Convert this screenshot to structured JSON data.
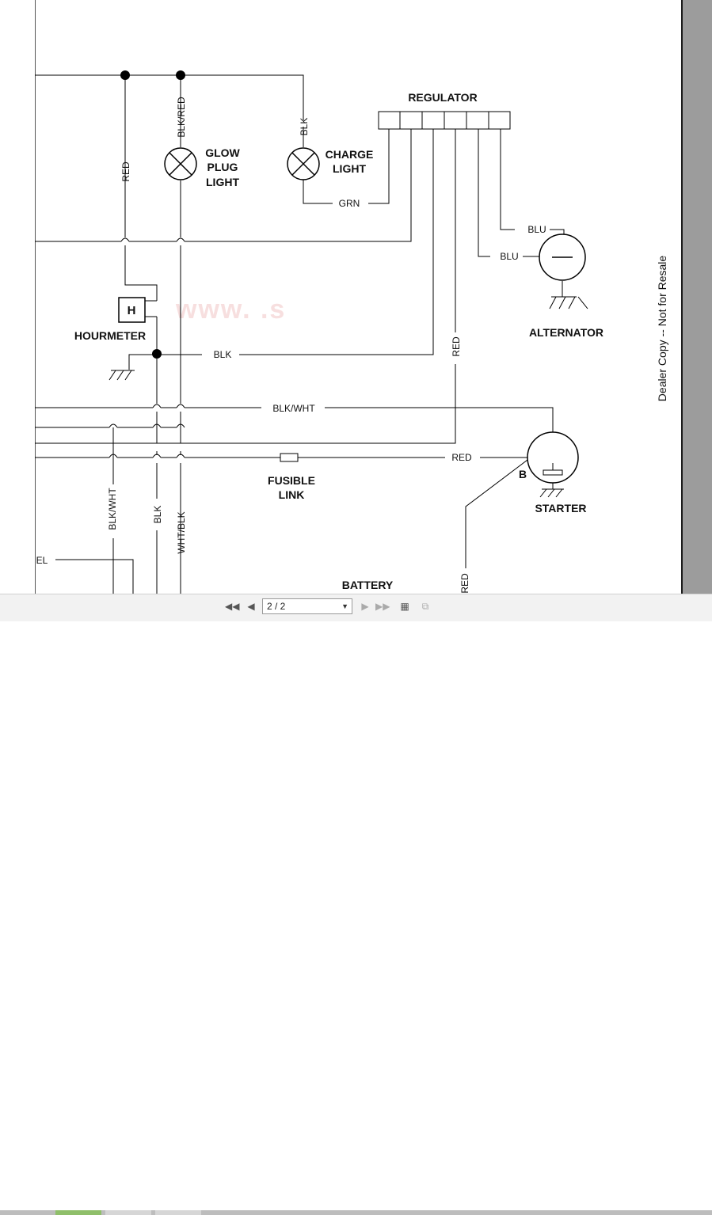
{
  "diagram": {
    "labels": {
      "regulator": "REGULATOR",
      "glow_plug": [
        "GLOW",
        "PLUG",
        "LIGHT"
      ],
      "charge_light": [
        "CHARGE",
        "LIGHT"
      ],
      "hourmeter": "HOURMETER",
      "hourmeter_symbol": "H",
      "alternator": "ALTERNATOR",
      "fusible_link": [
        "FUSIBLE",
        "LINK"
      ],
      "starter": "STARTER",
      "starter_terminal": "B",
      "battery": "BATTERY",
      "partial_left_label": "EL"
    },
    "wire_labels": {
      "blk_red": "BLK/RED",
      "blk_top": "BLK",
      "red_left": "RED",
      "grn": "GRN",
      "blu_upper": "BLU",
      "blu_lower": "BLU",
      "blk_mid": "BLK",
      "red_mid": "RED",
      "blk_wht_h": "BLK/WHT",
      "red_h": "RED",
      "blk_wht_v": "BLK/WHT",
      "blk_v": "BLK",
      "wht_blk_v": "WHT/BLK",
      "red_bottom": "RED"
    },
    "side_note": "Dealer Copy -- Not for Resale",
    "watermark": "www.                                  .s"
  },
  "toolbar": {
    "first_page_icon": "first-page-icon",
    "prev_page_icon": "prev-page-icon",
    "page_value": "2 / 2",
    "next_page_icon": "next-page-icon",
    "last_page_icon": "last-page-icon",
    "icons": [
      "first-page-icon",
      "prev-page-icon",
      "next-page-icon",
      "last-page-icon",
      "page-view-icon",
      "page-copy-icon"
    ]
  },
  "colors": {
    "wire": "#000000",
    "background": "#ffffff",
    "right_gutter": "#9c9c9c",
    "toolbar": "#f2f2f2"
  }
}
